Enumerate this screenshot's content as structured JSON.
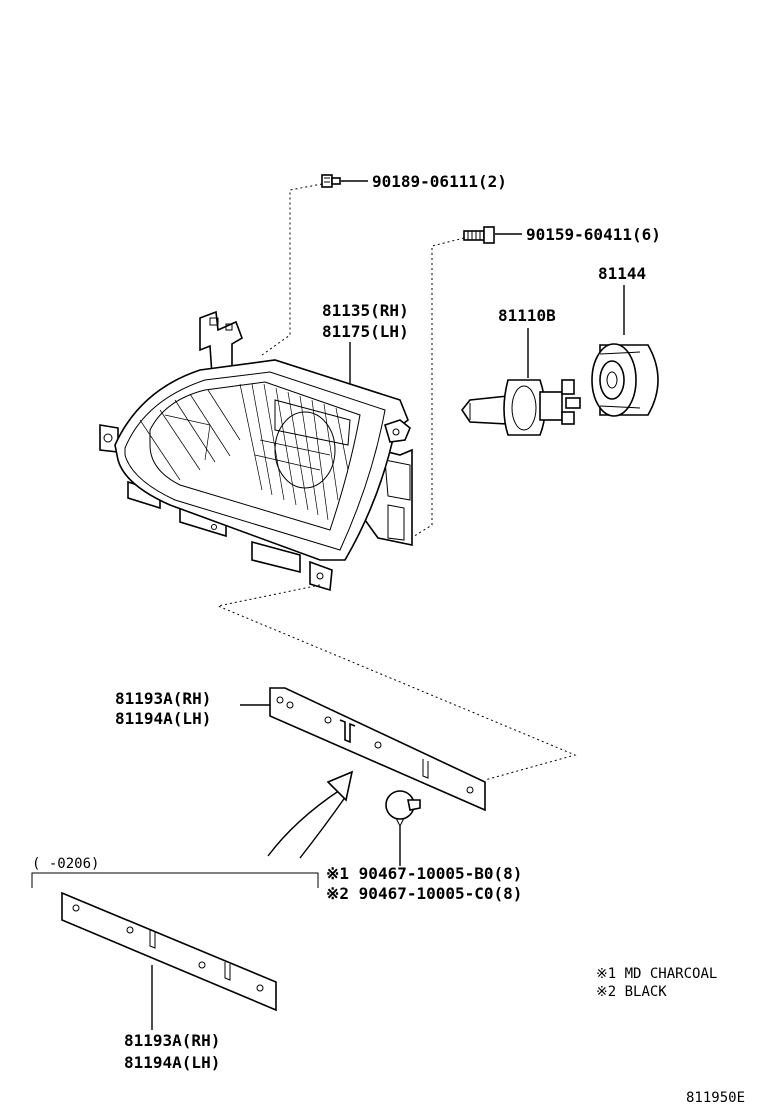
{
  "labels": {
    "bolt_top": "90189-06111(2)",
    "screw": "90159-60411(6)",
    "socket": "81144",
    "bulb": "81110B",
    "lamp_rh": "81135(RH)",
    "lamp_lh": "81175(LH)",
    "bracket_upper_rh": "81193A(RH)",
    "bracket_upper_lh": "81194A(LH)",
    "date_range": "(    -0206)",
    "clip_1": "※1 90467-10005-B0(8)",
    "clip_2": "※2 90467-10005-C0(8)",
    "bracket_lower_rh": "81193A(RH)",
    "bracket_lower_lh": "81194A(LH)"
  },
  "legend": {
    "note_1": "※1 MD CHARCOAL",
    "note_2": "※2 BLACK"
  },
  "diagram_code": "811950E"
}
